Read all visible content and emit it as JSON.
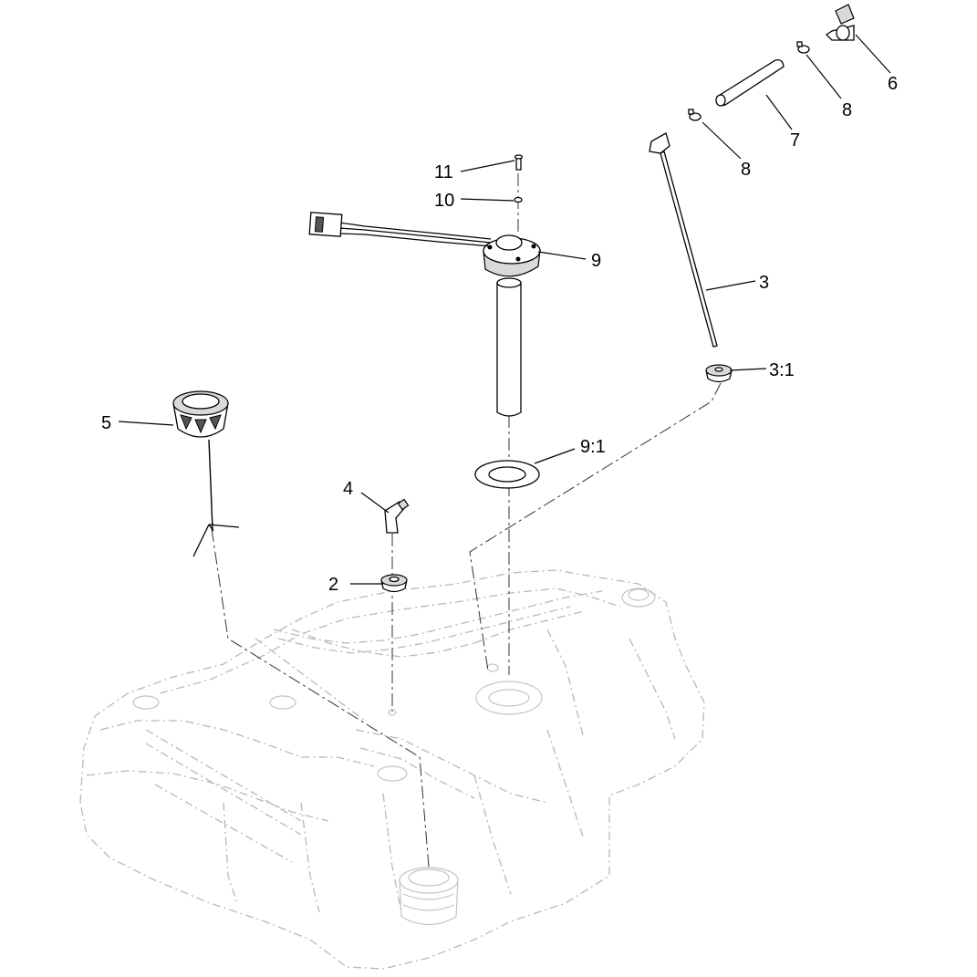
{
  "callouts": {
    "c2": "2",
    "c3": "3",
    "c3_1": "3:1",
    "c4": "4",
    "c5": "5",
    "c6": "6",
    "c7": "7",
    "c8a": "8",
    "c8b": "8",
    "c9": "9",
    "c9_1": "9:1",
    "c10": "10",
    "c11": "11"
  }
}
